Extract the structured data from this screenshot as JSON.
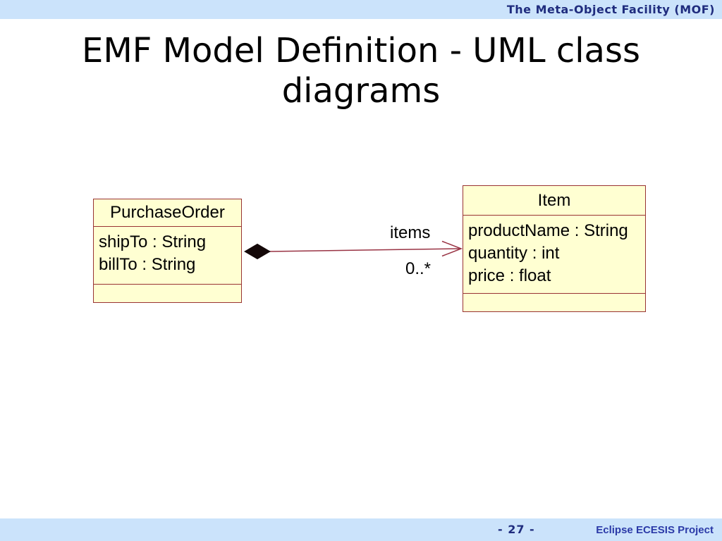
{
  "header": {
    "title": "The Meta-Object Facility (MOF)"
  },
  "slide": {
    "title": "EMF Model Definition - UML class diagrams"
  },
  "diagram": {
    "classes": [
      {
        "name": "PurchaseOrder",
        "attributes": [
          "shipTo : String",
          "billTo : String"
        ]
      },
      {
        "name": "Item",
        "attributes": [
          "productName : String",
          "quantity : int",
          "price : float"
        ]
      }
    ],
    "association": {
      "name": "items",
      "multiplicity": "0..*",
      "kind": "composition",
      "from": "PurchaseOrder",
      "to": "Item"
    }
  },
  "footer": {
    "page_number": "- 27 -",
    "project": "Eclipse ECESIS Project"
  },
  "colors": {
    "banner_background": "#cbe3fb",
    "banner_text": "#1f2c7e",
    "class_fill": "#ffffd2",
    "class_border": "#993333",
    "association_line": "#993344",
    "diamond_fill": "#140808",
    "project_text": "#2b3aa8"
  }
}
